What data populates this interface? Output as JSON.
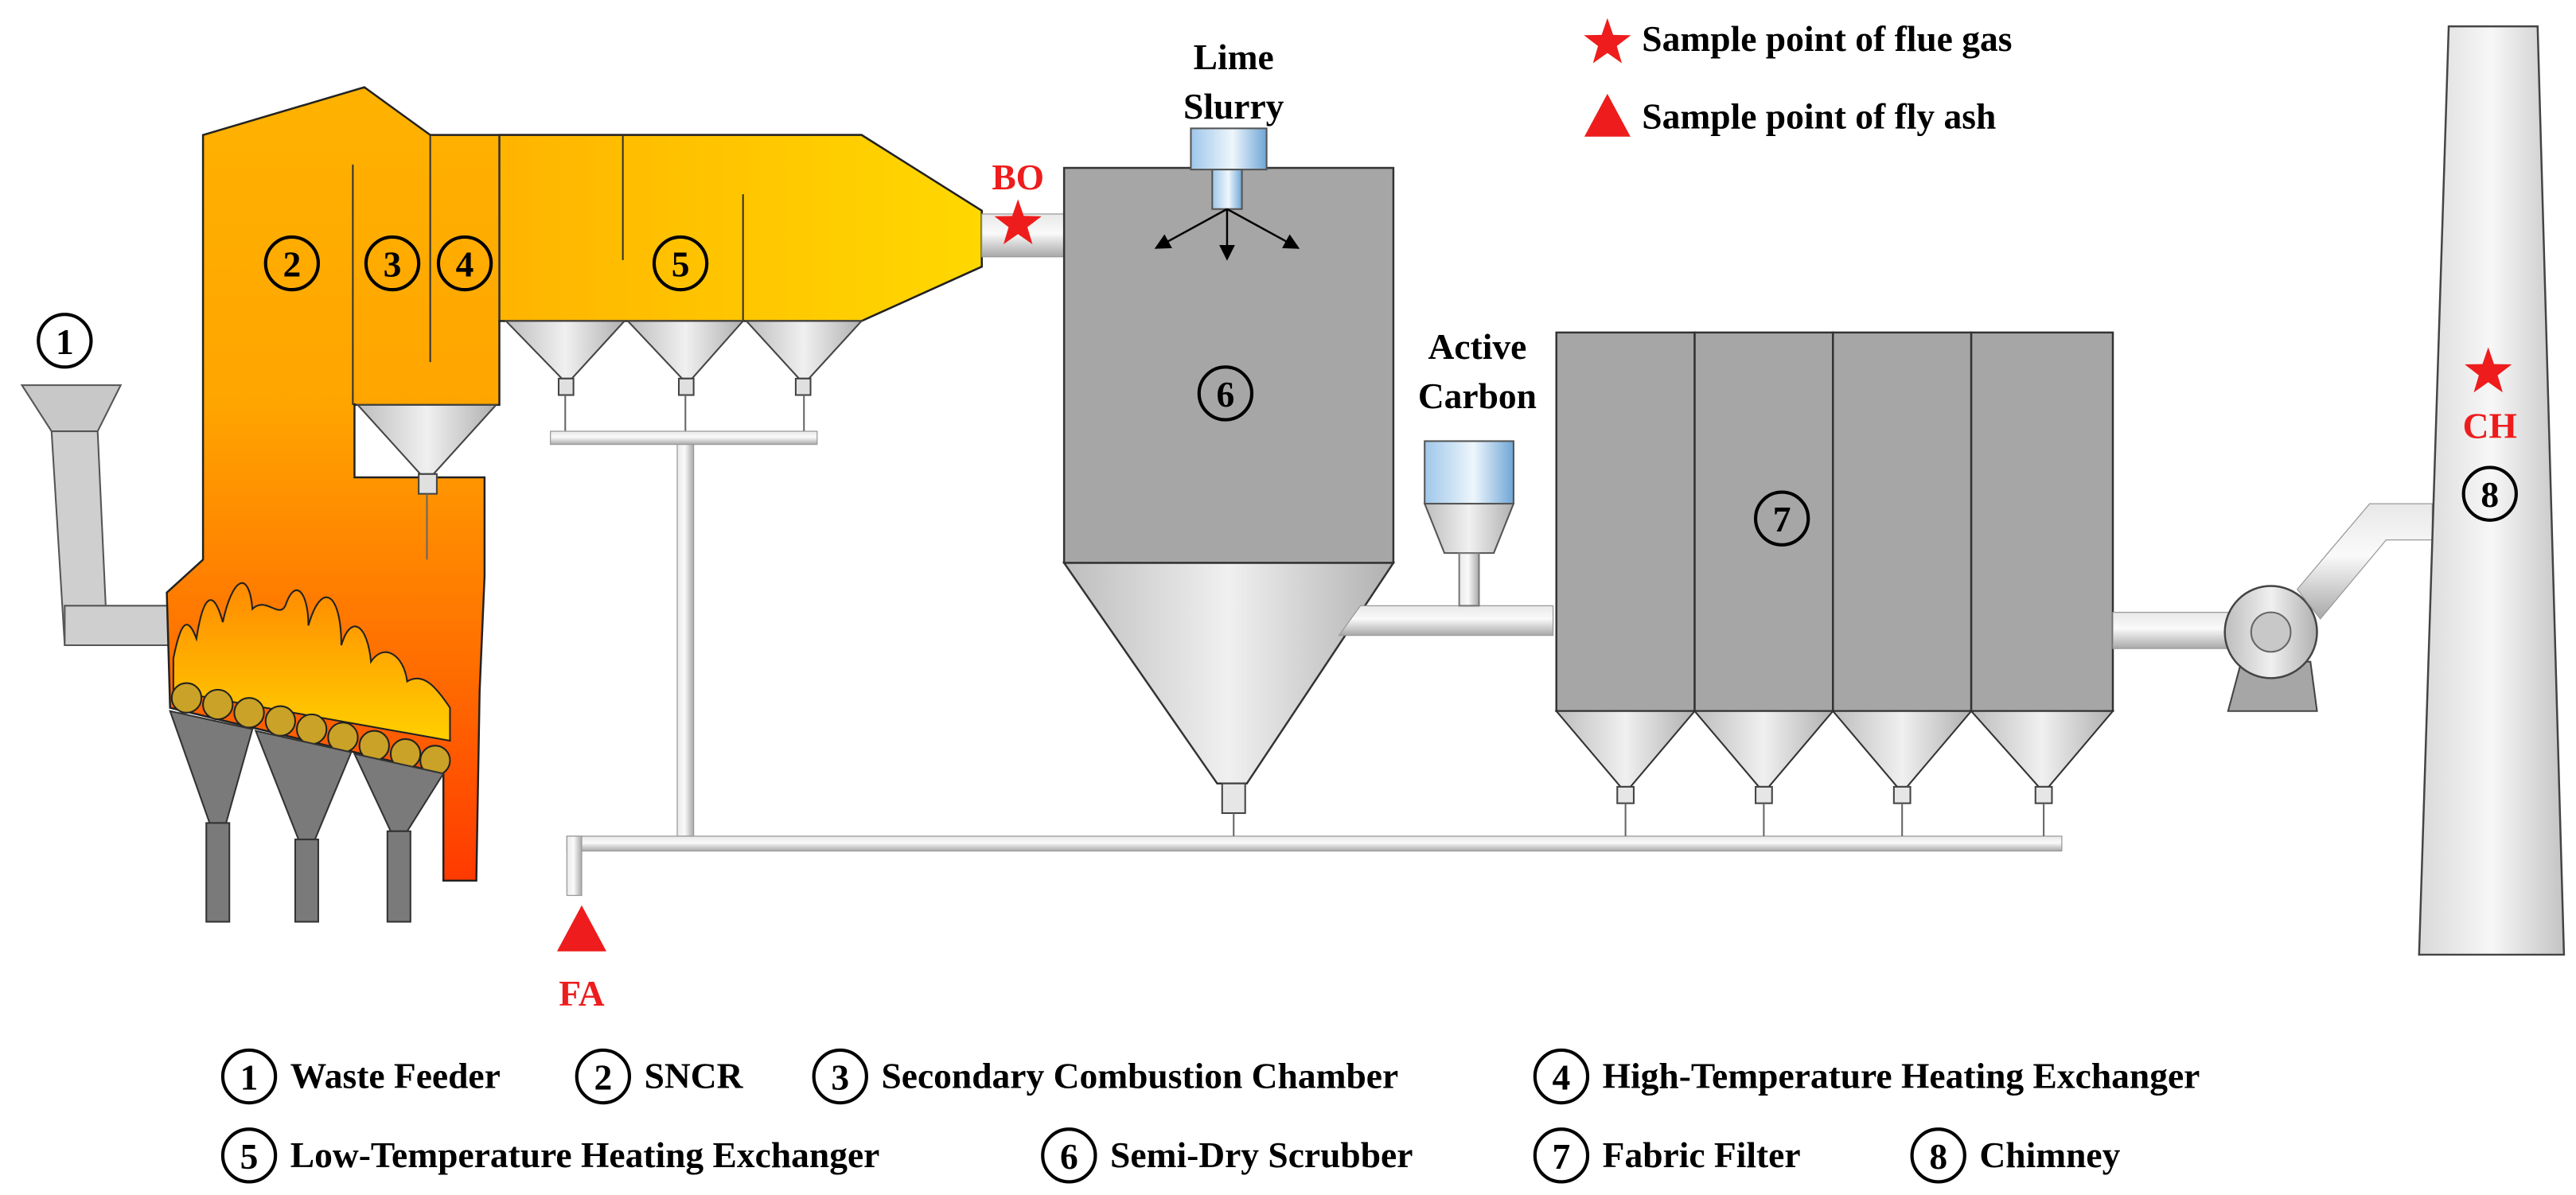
{
  "labels": {
    "lime_slurry_line1": "Lime",
    "lime_slurry_line2": "Slurry",
    "active_carbon_line1": "Active",
    "active_carbon_line2": "Carbon"
  },
  "sample_points": {
    "bo": "BO",
    "ch": "CH",
    "fa": "FA"
  },
  "legend_top": {
    "flue_gas": "Sample point of flue gas",
    "fly_ash": "Sample point of fly ash"
  },
  "numbers": {
    "n1": "1",
    "n2": "2",
    "n3": "3",
    "n4": "4",
    "n5": "5",
    "n6": "6",
    "n7": "7",
    "n8": "8"
  },
  "legend_bottom": [
    {
      "num": "1",
      "label": "Waste Feeder"
    },
    {
      "num": "2",
      "label": "SNCR"
    },
    {
      "num": "3",
      "label": "Secondary Combustion Chamber"
    },
    {
      "num": "4",
      "label": "High-Temperature Heating Exchanger"
    },
    {
      "num": "5",
      "label": "Low-Temperature Heating Exchanger"
    },
    {
      "num": "6",
      "label": "Semi-Dry Scrubber"
    },
    {
      "num": "7",
      "label": "Fabric Filter"
    },
    {
      "num": "8",
      "label": "Chimney"
    }
  ],
  "colors": {
    "sample_marker": "#ee1c1c",
    "furnace_top": "#ffd400",
    "furnace_bottom": "#ff3a00",
    "equipment_gray": "#a6a6a6"
  }
}
